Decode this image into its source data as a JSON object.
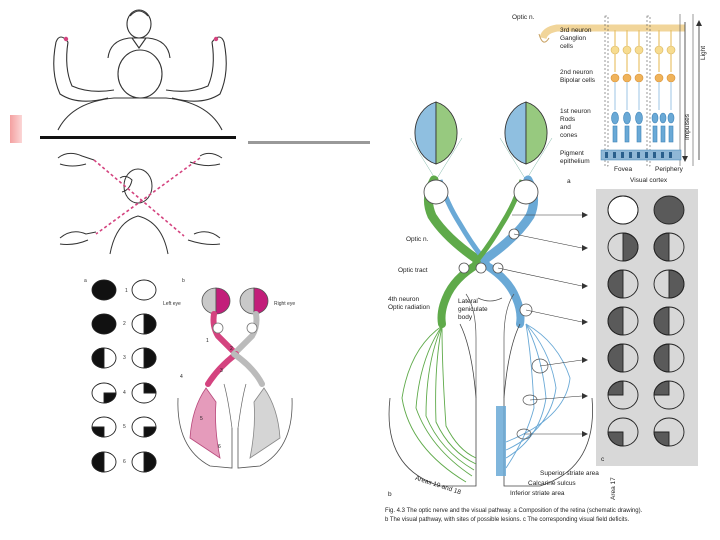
{
  "retina_panel": {
    "optic_nerve": "Optic n.",
    "third_neuron": [
      "3rd neuron",
      "Ganglion",
      "cells"
    ],
    "second_neuron": [
      "2nd neuron",
      "Bipolar cells"
    ],
    "first_neuron": [
      "1st neuron",
      "Rods",
      "and",
      "cones"
    ],
    "pigment": [
      "Pigment",
      "epithelium"
    ],
    "fovea": "Fovea",
    "periphery": "Periphery",
    "visual_cortex": "Visual cortex",
    "light": "Light",
    "impulses": "Impulses",
    "panel_letter": "a"
  },
  "pathway_panel": {
    "optic_n": "Optic n.",
    "optic_tract": "Optic tract",
    "fourth_neuron": [
      "4th neuron",
      "Optic radiation"
    ],
    "lgb": [
      "Lateral",
      "geniculate",
      "body"
    ],
    "areas_19_18": "Areas 19 and 18",
    "superior_striate": "Superior striate area",
    "calcarine": "Calcarine sulcus",
    "inferior_striate": "Inferior striate area",
    "area_17": "Area 17",
    "panel_letter_b": "b",
    "panel_letter_c": "c"
  },
  "small_panel": {
    "left_eye": "Left eye",
    "right_eye": "Right eye",
    "letter_a": "a",
    "letter_b": "b",
    "numbers": [
      "1",
      "2",
      "3",
      "4",
      "5",
      "6"
    ]
  },
  "caption": {
    "line1": "Fig. 4.3 The optic nerve and the visual pathway. a Composition of the retina (schematic drawing).",
    "line2": "b The visual pathway, with sites of possible lesions. c The corresponding visual field deficits."
  },
  "colors": {
    "green": "#5faa4a",
    "blue": "#6aa9d6",
    "pink": "#d4437f",
    "magenta": "#c21e7a",
    "gray_panel": "#d8d8d8",
    "dark_field": "#5a5a5a"
  },
  "icons": [
    "examiner-figure",
    "confrontation-test-figure",
    "retina-schematic",
    "visual-pathway-diagram",
    "visual-field-chart"
  ]
}
